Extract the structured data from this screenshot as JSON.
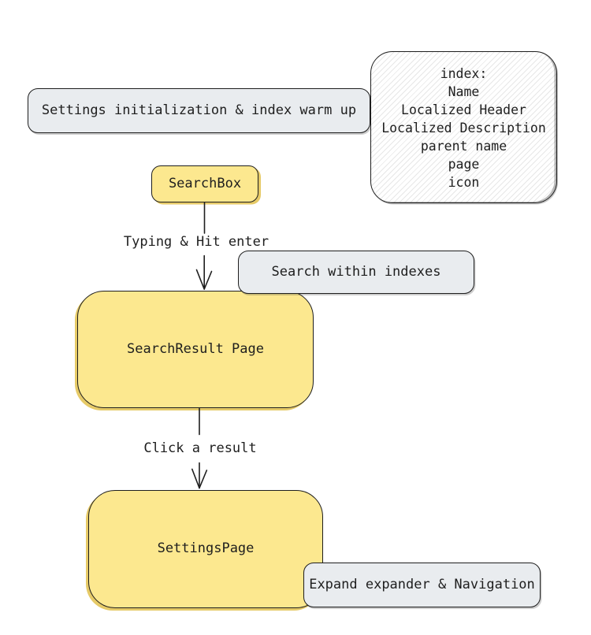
{
  "colors": {
    "ink": "#1e1e1e",
    "node_yellow": "#fce88f",
    "node_yellow_accent": "#e6ca67",
    "node_gray": "#e9ecef",
    "canvas_bg": "#ffffff"
  },
  "nodes": {
    "settings_init": {
      "label": "Settings initialization & index warm up",
      "fill": "#e9ecef"
    },
    "index_fields": {
      "fill_style": "hachure",
      "lines": [
        "index:",
        "Name",
        "Localized Header",
        "Localized Description",
        "parent name",
        "page",
        "icon"
      ]
    },
    "search_box": {
      "label": "SearchBox",
      "fill": "#fce88f"
    },
    "search_within": {
      "label": "Search within indexes",
      "fill": "#e9ecef"
    },
    "search_result": {
      "label": "SearchResult Page",
      "fill": "#fce88f"
    },
    "settings_page": {
      "label": "SettingsPage",
      "fill": "#fce88f"
    },
    "expand_nav": {
      "label": "Expand expander & Navigation",
      "fill": "#e9ecef"
    }
  },
  "edges": {
    "typing": {
      "label": "Typing & Hit enter"
    },
    "click": {
      "label": "Click a result"
    }
  }
}
